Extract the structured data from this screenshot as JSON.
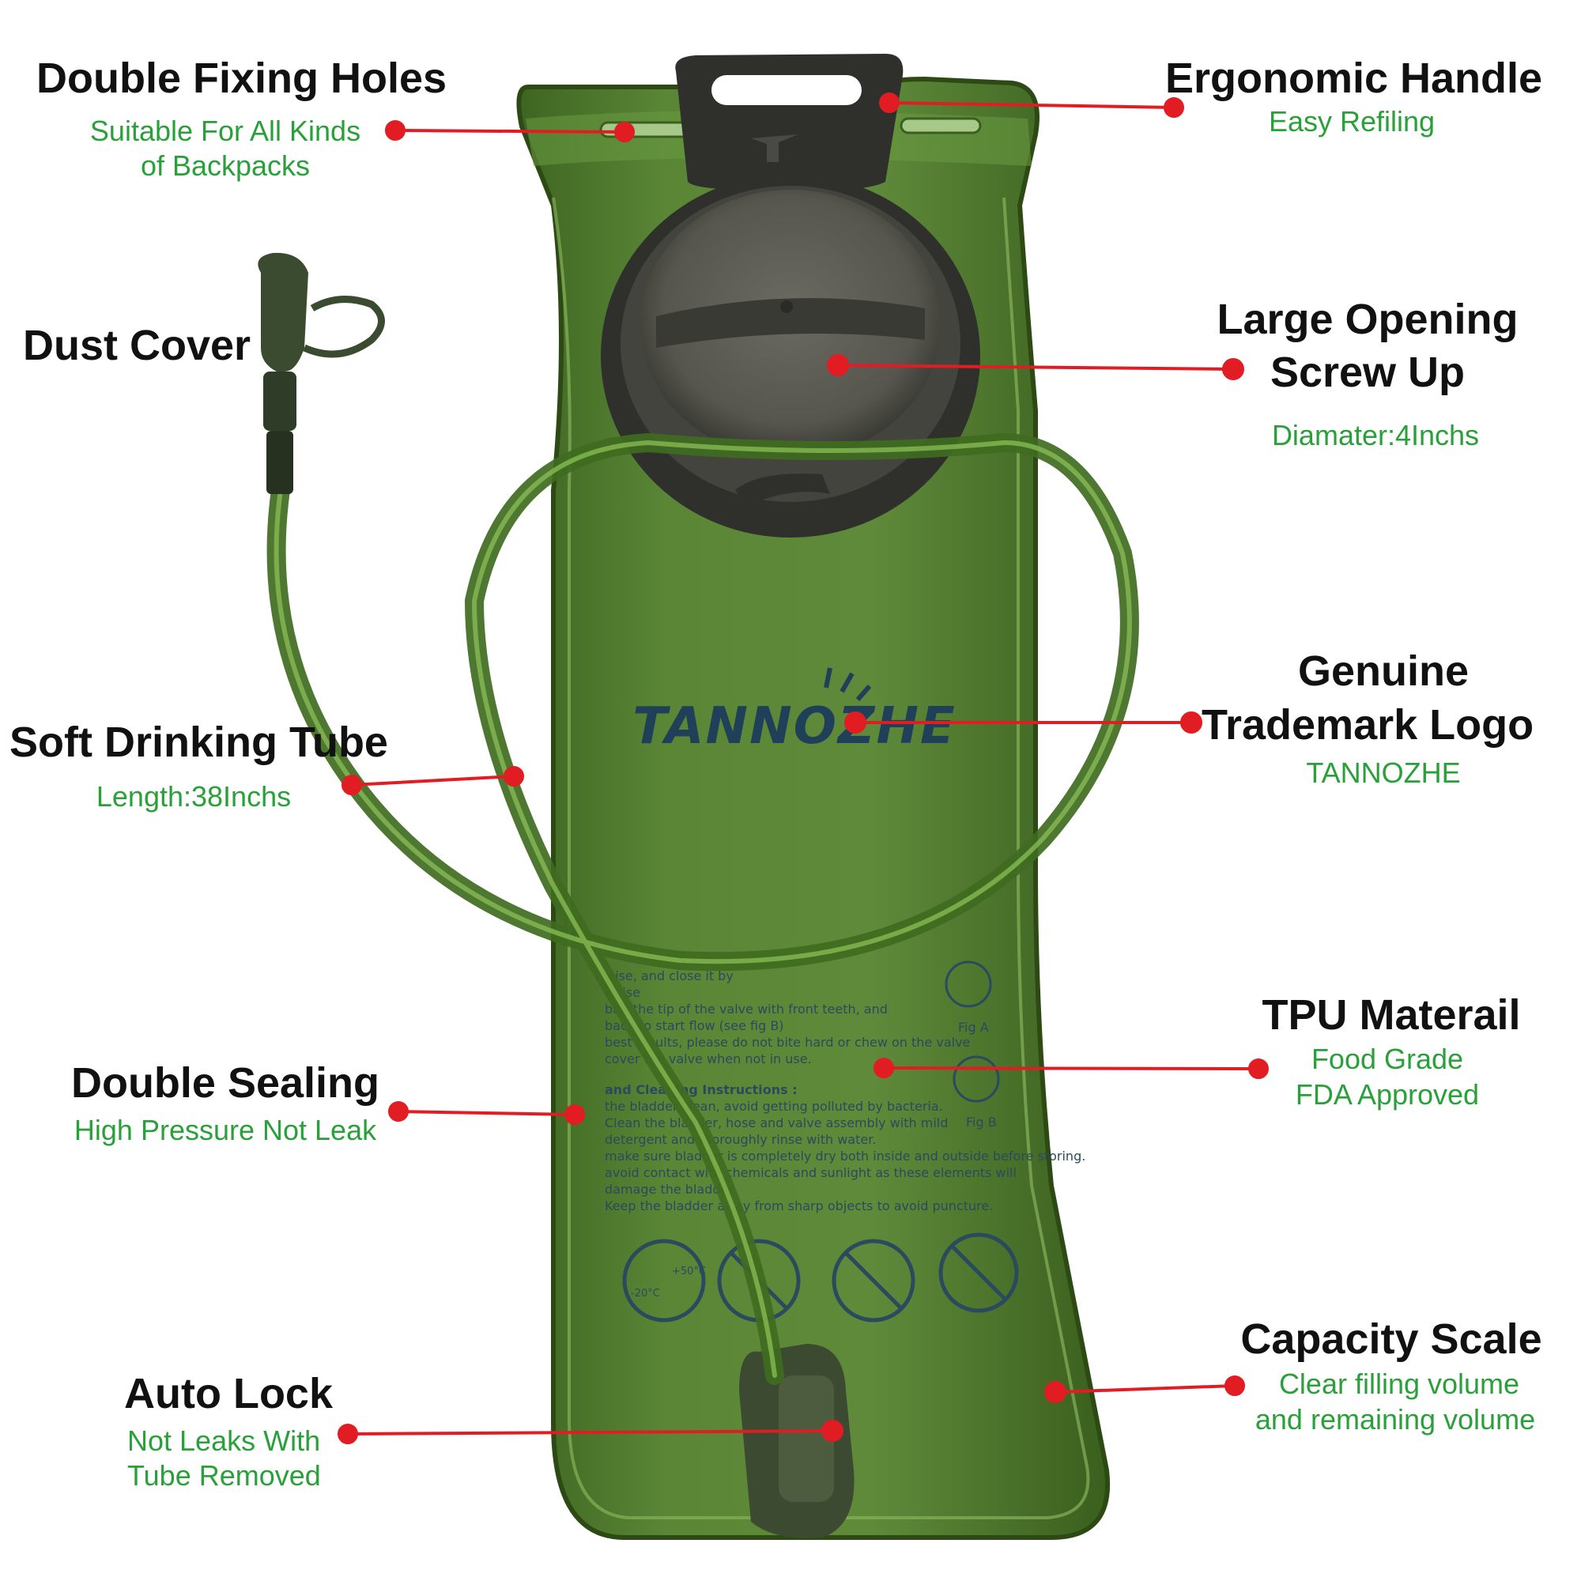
{
  "colors": {
    "title": "#111111",
    "subtitle": "#2aa03a",
    "callout": "#e21c23",
    "bladder": "#4f7a2c",
    "bladder_dark": "#35561b",
    "cap": "#3a3a36",
    "logo_text": "#20405a"
  },
  "callouts": {
    "fixing_holes": {
      "title": "Double Fixing Holes",
      "sub1": "Suitable For All Kinds",
      "sub2": "of Backpacks"
    },
    "handle": {
      "title": "Ergonomic Handle",
      "sub1": "Easy Refiling"
    },
    "dust_cover": {
      "title": "Dust Cover"
    },
    "opening": {
      "title1": "Large Opening",
      "title2": "Screw Up",
      "sub1": "Diamater:4Inchs"
    },
    "tube": {
      "title": "Soft Drinking Tube",
      "sub1": "Length:38Inchs"
    },
    "logo": {
      "title1": "Genuine",
      "title2": "Trademark Logo",
      "sub1": "TANNOZHE"
    },
    "tpu": {
      "title": "TPU Materail",
      "sub1": "Food Grade",
      "sub2": "FDA Approved"
    },
    "sealing": {
      "title": "Double Sealing",
      "sub1": "High Pressure Not Leak"
    },
    "capacity": {
      "title": "Capacity Scale",
      "sub1": "Clear filling volume",
      "sub2": "and remaining volume"
    },
    "auto_lock": {
      "title": "Auto Lock",
      "sub1": "Not Leaks With",
      "sub2": "Tube Removed"
    }
  },
  "product": {
    "brand": "TANNOZHE",
    "instructions": [
      "wise, and close it by",
      "kwise",
      "bite the tip of the valve with front teeth, and",
      "back to start flow (see fig B)",
      "best results, please do not bite hard or chew on the valve",
      "cover the valve when not in use.",
      "and Cleaning Instructions :",
      "the bladder clean, avoid getting polluted by bacteria.",
      "Clean the bladder, hose and valve assembly with mild",
      "detergent and thoroughly rinse with water.",
      "make sure bladder is completely dry both inside and outside before storing.",
      "avoid contact with chemicals and sunlight as these elements will",
      "damage the bladder.",
      "Keep the bladder away from sharp objects to avoid puncture."
    ],
    "fig_a": "Fig A",
    "fig_b": "Fig B",
    "temp_high": "+50°C",
    "temp_low": "-20°C"
  }
}
